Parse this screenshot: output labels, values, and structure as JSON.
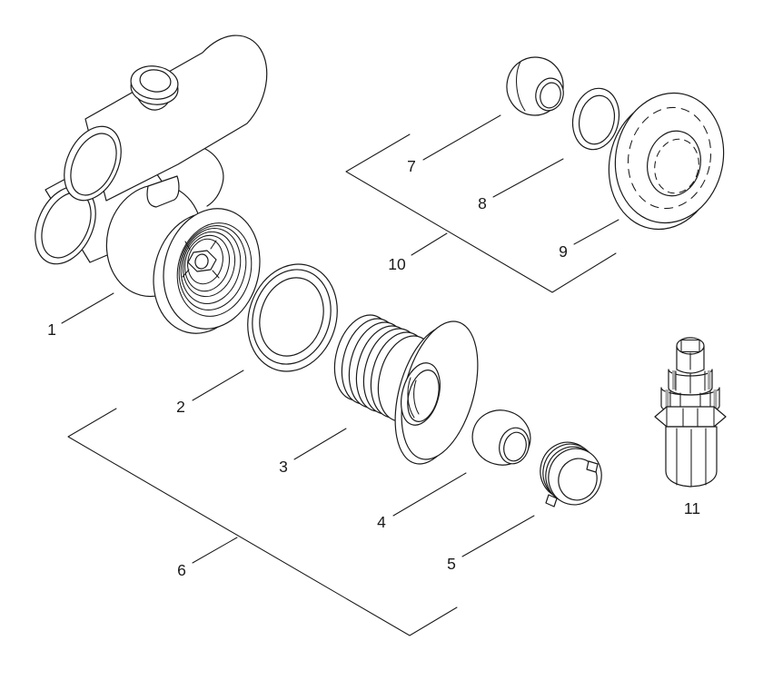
{
  "diagram": {
    "type": "exploded-parts-diagram",
    "background_color": "#ffffff",
    "line_color": "#1a1a1a",
    "labels": [
      {
        "text": "1",
        "part_icon": "valve-tee-jet-body"
      },
      {
        "text": "2",
        "part_icon": "o-ring-large"
      },
      {
        "text": "3",
        "part_icon": "threaded-flange-fitting"
      },
      {
        "text": "4",
        "part_icon": "eyeball-nozzle"
      },
      {
        "text": "5",
        "part_icon": "notched-retaining-ring"
      },
      {
        "text": "6",
        "part_icon": "group-bracket-wall-fitting-assembly"
      },
      {
        "text": "7",
        "part_icon": "ball-cap"
      },
      {
        "text": "8",
        "part_icon": "o-ring-small"
      },
      {
        "text": "9",
        "part_icon": "round-escutcheon-washer"
      },
      {
        "text": "10",
        "part_icon": "group-bracket-trim-kit"
      },
      {
        "text": "11",
        "part_icon": "stepped-hex-installation-tool"
      }
    ]
  }
}
